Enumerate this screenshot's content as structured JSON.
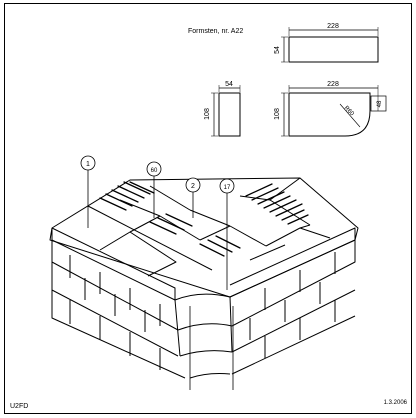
{
  "title": "Formsten, nr. A22",
  "footer": {
    "code": "U2FD",
    "date": "1.3.2006"
  },
  "views": {
    "top_right": {
      "width": "228",
      "height": "54"
    },
    "middle_left": {
      "width": "54",
      "height": "108"
    },
    "middle_right": {
      "width": "228",
      "height": "108",
      "radius": "R60",
      "dim": "48"
    }
  },
  "callouts": [
    "1",
    "60",
    "2",
    "17"
  ]
}
